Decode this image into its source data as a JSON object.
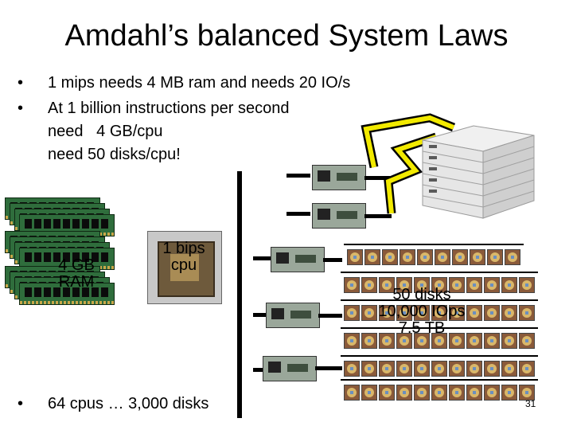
{
  "slide": {
    "title": "Amdahl’s balanced System Laws",
    "bullets": [
      {
        "marker": "•",
        "lines": [
          "1 mips needs 4 MB ram and needs 20 IO/s"
        ]
      },
      {
        "marker": "•",
        "lines": [
          "At 1 billion instructions per second",
          "need   4 GB/cpu",
          "need 50 disks/cpu!"
        ]
      },
      {
        "marker": "•",
        "lines": [
          "64 cpus … 3,000 disks"
        ]
      }
    ],
    "ram_label": [
      "4 GB",
      "RAM"
    ],
    "cpu_label": [
      "1 bips",
      "cpu"
    ],
    "disk_label": [
      "50 disks",
      "10,000 IOps",
      "7.5 TB"
    ],
    "page_number": "31"
  },
  "icons": {
    "ram": "ram-module-icon",
    "cpu": "cpu-chip-icon",
    "controller": "controller-card-icon",
    "disk": "disk-drive-icon",
    "server": "server-rack-icon"
  },
  "colors": {
    "ram_board": "#2f6d3c",
    "cpu_die": "#6e5a3c",
    "cable": "#f2ea00",
    "disk": "#8a5a3a"
  }
}
